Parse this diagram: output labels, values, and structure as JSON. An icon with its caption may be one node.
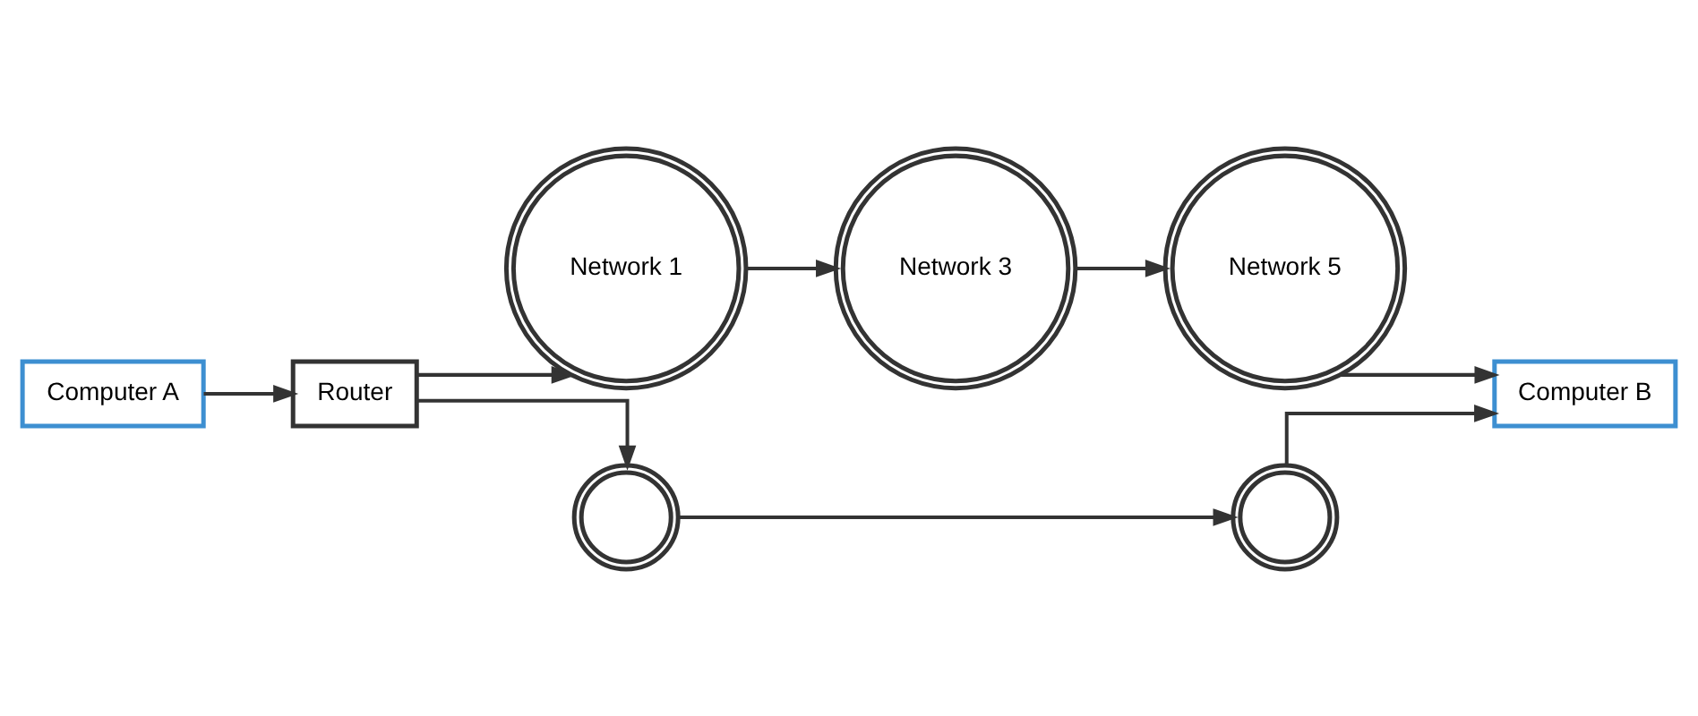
{
  "diagram": {
    "nodes": [
      {
        "text": [
          "Computer A"
        ]
      },
      {
        "text": [
          "Router"
        ]
      },
      {
        "text": [
          "Network 1"
        ]
      },
      {
        "text": [
          "Network 3"
        ]
      },
      {
        "text": [
          "Network 5"
        ]
      },
      {
        "text": [
          "Computer B"
        ]
      },
      {
        "text": [],
        "shape": "picture"
      },
      {
        "text": [],
        "shape": "picture"
      }
    ],
    "edges": [
      {
        "from": 0,
        "to": 1,
        "arrow": "to"
      },
      {
        "from": 1,
        "to": 2,
        "arrow": "to"
      },
      {
        "from": 2,
        "to": 3,
        "arrow": "to"
      },
      {
        "from": 3,
        "to": 4,
        "arrow": "to"
      },
      {
        "from": 4,
        "to": 5,
        "arrow": "to"
      },
      {
        "from": 1,
        "to": 6,
        "arrow": "to"
      },
      {
        "from": 6,
        "to": 7,
        "arrow": "to"
      },
      {
        "from": 7,
        "to": 5,
        "arrow": "to"
      }
    ]
  }
}
